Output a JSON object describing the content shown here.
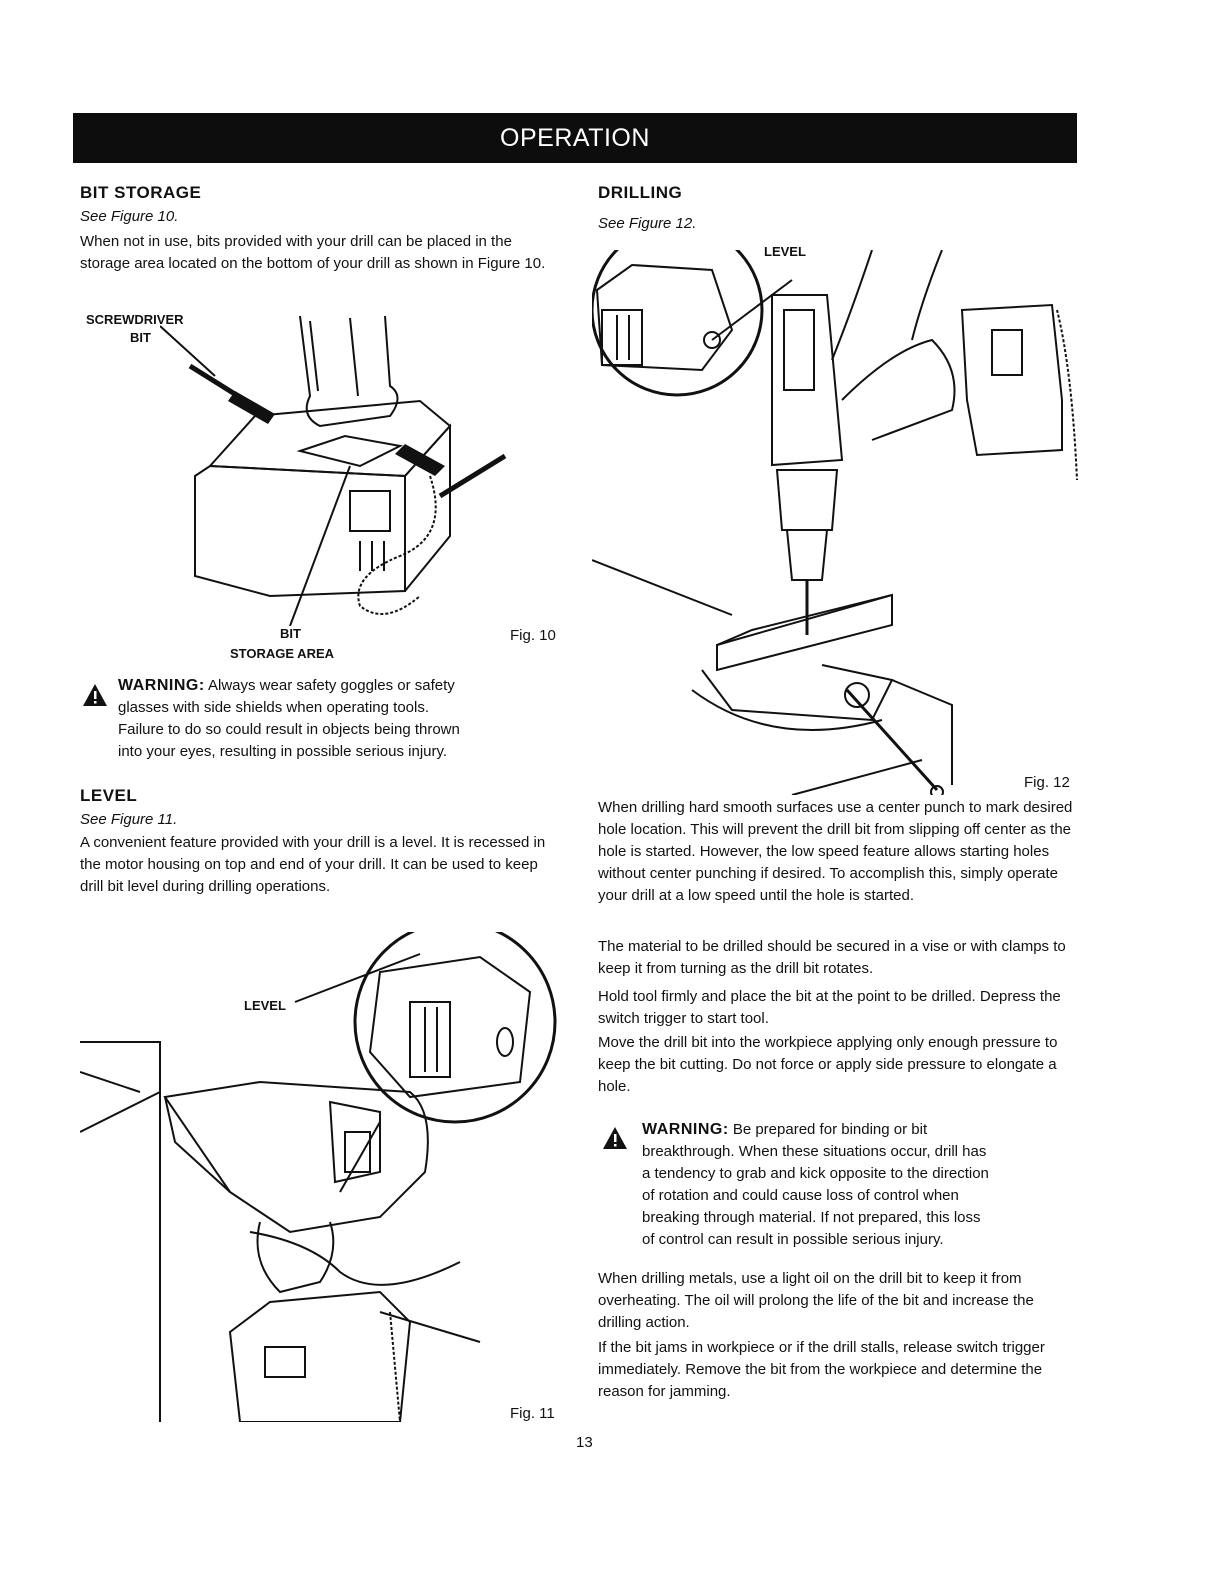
{
  "banner": "OPERATION",
  "bit_storage": {
    "heading": "BIT STORAGE",
    "ref": "See Figure 10.",
    "body": "When not in use, bits provided with your drill can be placed in the storage area located on the bottom of your drill as shown in Figure 10.",
    "label_screwdriver": "SCREWDRIVER",
    "label_bit": "BIT",
    "label_bit2": "BIT",
    "label_storage_area": "STORAGE AREA",
    "fig": "Fig. 10"
  },
  "warning1": {
    "title": "WARNING:",
    "line1": "Always wear safety goggles or safety",
    "line2": "glasses with side shields when operating tools.",
    "line3": "Failure to do so could result in objects being thrown",
    "line4": "into your eyes, resulting in possible serious injury."
  },
  "level": {
    "heading": "LEVEL",
    "ref": "See Figure 11.",
    "body": "A convenient feature provided with your drill is a level. It is recessed in the motor housing on top and end of your drill. It can be used to keep drill bit level during drilling operations.",
    "label_level": "LEVEL",
    "fig": "Fig. 11"
  },
  "drilling": {
    "heading": "DRILLING",
    "ref": "See Figure 12.",
    "label_level": "LEVEL",
    "fig": "Fig. 12",
    "para1": "When drilling hard smooth surfaces use a center punch to mark desired hole location. This will prevent the drill bit from slipping off center as the hole is started. However, the low speed feature allows starting holes without center punching if desired. To accomplish this, simply operate your drill at a low speed until the hole is started.",
    "para2": "The material to be drilled should be secured in a vise or with clamps to keep it from turning as the drill bit rotates.",
    "para3": "Hold tool firmly and place the bit at the point to be drilled. Depress the switch trigger to start tool.",
    "para4": "Move the drill bit into the workpiece applying only enough pressure to keep the bit cutting. Do not force or apply side pressure to elongate a hole.",
    "para5": "When drilling metals, use a light oil on the drill bit to keep it from overheating. The oil will prolong the life of the bit and increase the drilling action.",
    "para6": "If the bit jams in workpiece or if the drill stalls, release switch trigger immediately. Remove the bit from the workpiece and determine the reason for jamming."
  },
  "warning2": {
    "title": "WARNING:",
    "line1": "Be prepared for binding or bit",
    "line2": "breakthrough. When these situations occur, drill has",
    "line3": "a tendency to grab and kick opposite to the direction",
    "line4": "of rotation and could cause loss of control when",
    "line5": "breaking through material. If not prepared, this loss",
    "line6": "of control can result in possible serious injury."
  },
  "page_number": "13",
  "icons": {
    "warning": "warning-triangle-icon"
  }
}
